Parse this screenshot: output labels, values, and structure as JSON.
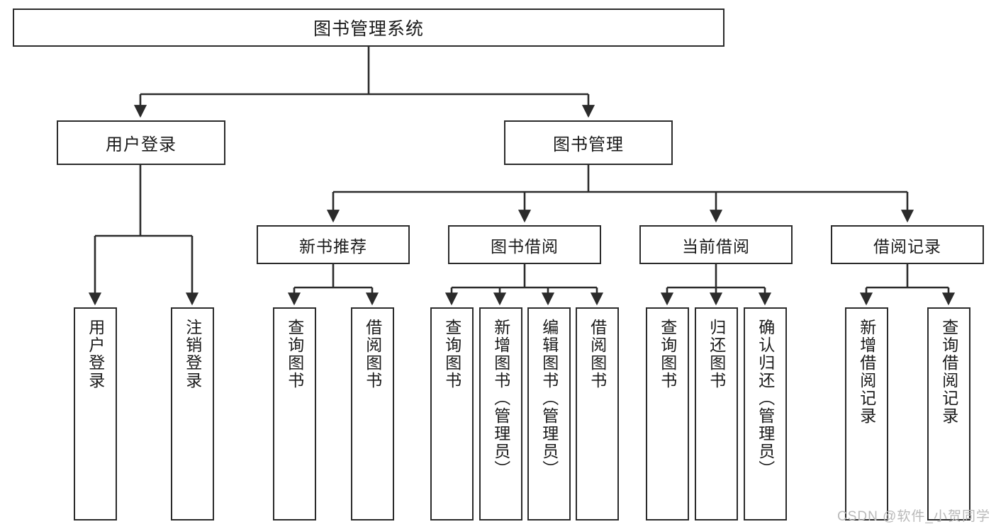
{
  "diagram": {
    "title": "图书管理系统",
    "type": "tree-hierarchy",
    "orientation": "top-down",
    "colors": {
      "box_border": "#2b2b2b",
      "box_fill": "#ffffff",
      "edge": "#2b2b2b",
      "text": "#1a1a1a",
      "watermark": "#b9b9b9",
      "background": "#ffffff"
    },
    "levels": [
      {
        "level": 1,
        "nodes": [
          {
            "id": "root",
            "label": "图书管理系统",
            "orientation": "horizontal"
          }
        ]
      },
      {
        "level": 2,
        "nodes": [
          {
            "id": "login",
            "label": "用户登录",
            "orientation": "horizontal"
          },
          {
            "id": "bookmgmt",
            "label": "图书管理",
            "orientation": "horizontal"
          }
        ]
      },
      {
        "level": 3,
        "nodes": [
          {
            "id": "newbook",
            "label": "新书推荐",
            "orientation": "horizontal"
          },
          {
            "id": "borrow",
            "label": "图书借阅",
            "orientation": "horizontal"
          },
          {
            "id": "current",
            "label": "当前借阅",
            "orientation": "horizontal"
          },
          {
            "id": "record",
            "label": "借阅记录",
            "orientation": "horizontal"
          }
        ]
      }
    ],
    "leaves": [
      {
        "id": "leaf-1",
        "parent": "login",
        "label": "用户登录",
        "orientation": "vertical"
      },
      {
        "id": "leaf-2",
        "parent": "login",
        "label": "注销登录",
        "orientation": "vertical"
      },
      {
        "id": "leaf-3",
        "parent": "newbook",
        "label": "查询图书",
        "orientation": "vertical"
      },
      {
        "id": "leaf-4",
        "parent": "newbook",
        "label": "借阅图书",
        "orientation": "vertical"
      },
      {
        "id": "leaf-5",
        "parent": "borrow",
        "label": "查询图书",
        "orientation": "vertical"
      },
      {
        "id": "leaf-6",
        "parent": "borrow",
        "label": "新增图书（管理员）",
        "orientation": "vertical"
      },
      {
        "id": "leaf-7",
        "parent": "borrow",
        "label": "编辑图书（管理员）",
        "orientation": "vertical"
      },
      {
        "id": "leaf-8",
        "parent": "borrow",
        "label": "借阅图书",
        "orientation": "vertical"
      },
      {
        "id": "leaf-9",
        "parent": "current",
        "label": "查询图书",
        "orientation": "vertical"
      },
      {
        "id": "leaf-10",
        "parent": "current",
        "label": "归还图书",
        "orientation": "vertical"
      },
      {
        "id": "leaf-11",
        "parent": "current",
        "label": "确认归还（管理员）",
        "orientation": "vertical"
      },
      {
        "id": "leaf-12",
        "parent": "record",
        "label": "新增借阅记录",
        "orientation": "vertical"
      },
      {
        "id": "leaf-13",
        "parent": "record",
        "label": "查询借阅记录",
        "orientation": "vertical"
      }
    ],
    "edges": [
      {
        "from": "root",
        "to": "login"
      },
      {
        "from": "root",
        "to": "bookmgmt"
      },
      {
        "from": "login",
        "to": "leaf-1"
      },
      {
        "from": "login",
        "to": "leaf-2"
      },
      {
        "from": "bookmgmt",
        "to": "newbook"
      },
      {
        "from": "bookmgmt",
        "to": "borrow"
      },
      {
        "from": "bookmgmt",
        "to": "current"
      },
      {
        "from": "bookmgmt",
        "to": "record"
      },
      {
        "from": "newbook",
        "to": "leaf-3"
      },
      {
        "from": "newbook",
        "to": "leaf-4"
      },
      {
        "from": "borrow",
        "to": "leaf-5"
      },
      {
        "from": "borrow",
        "to": "leaf-6"
      },
      {
        "from": "borrow",
        "to": "leaf-7"
      },
      {
        "from": "borrow",
        "to": "leaf-8"
      },
      {
        "from": "current",
        "to": "leaf-9"
      },
      {
        "from": "current",
        "to": "leaf-10"
      },
      {
        "from": "current",
        "to": "leaf-11"
      },
      {
        "from": "record",
        "to": "leaf-12"
      },
      {
        "from": "record",
        "to": "leaf-13"
      }
    ]
  },
  "watermark": {
    "text": "CSDN @软件_小贺同学"
  }
}
